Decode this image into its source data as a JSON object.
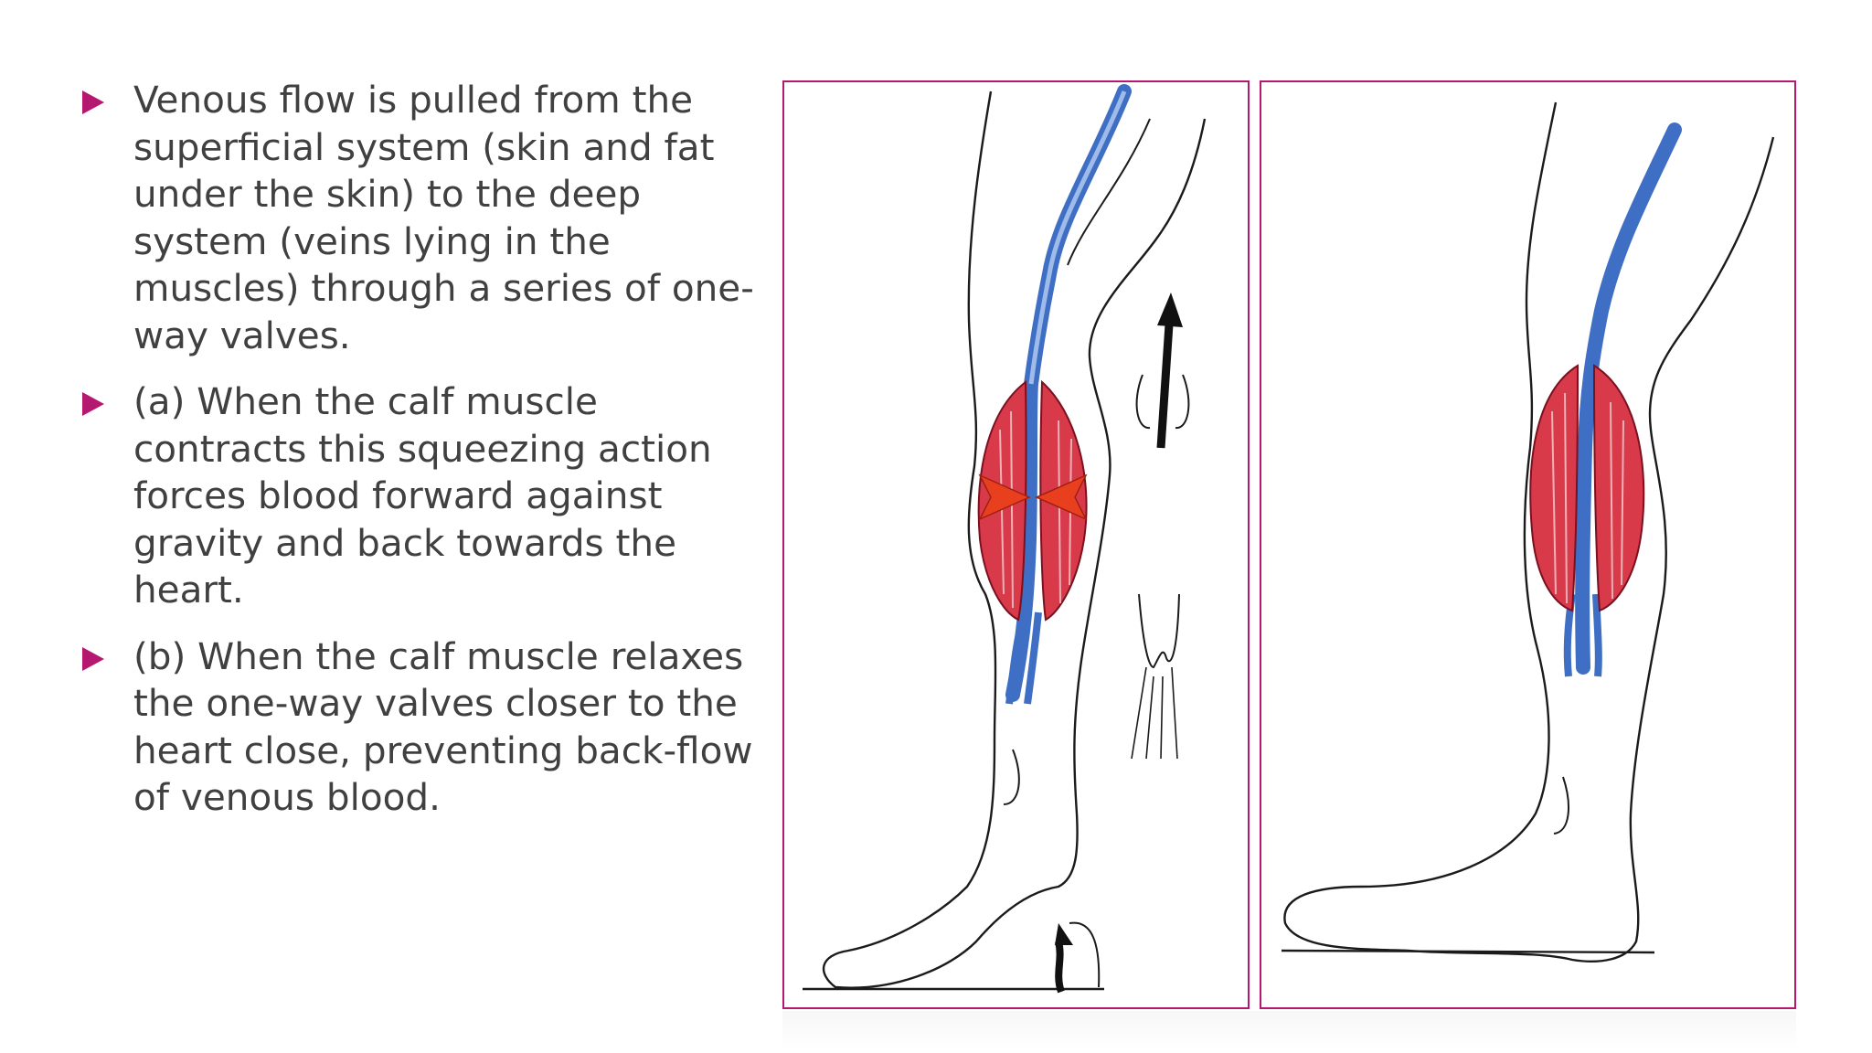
{
  "bullets": [
    {
      "text": "Venous flow is pulled from the superficial system (skin and fat under the skin) to the deep system (veins lying in the muscles) through a series of one-way valves."
    },
    {
      "text": "(a) When the calf muscle contracts this squeezing action forces blood forward against gravity and back towards the heart."
    },
    {
      "text": "(b) When the calf muscle relaxes the one-way valves closer to the heart close, preventing back-flow of venous blood."
    }
  ],
  "colors": {
    "accent": "#b5196f",
    "text": "#404040",
    "vein": "#3f6fc4",
    "muscle": "#d83a4a",
    "arrow_red": "#e8401e"
  },
  "figures": [
    {
      "icon": "calf-muscle-contracting-illustration"
    },
    {
      "icon": "calf-muscle-relaxed-illustration"
    }
  ]
}
